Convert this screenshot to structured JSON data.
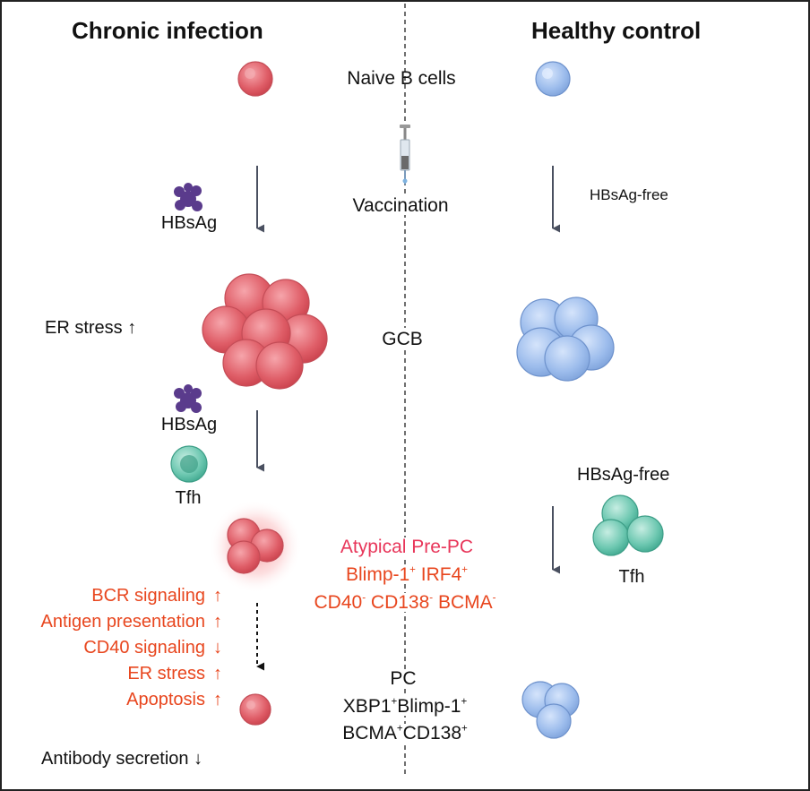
{
  "headers": {
    "left": "Chronic infection",
    "right": "Healthy control"
  },
  "center": {
    "naive": "Naive B cells",
    "vaccination": "Vaccination",
    "gcb": "GCB",
    "atypical_title": "Atypical Pre-PC",
    "atypical_l2": [
      {
        "t": "Blimp-1",
        "s": "+"
      },
      {
        "t": " IRF4",
        "s": "+"
      }
    ],
    "atypical_l3": [
      {
        "t": "CD40",
        "s": "-"
      },
      {
        "t": " CD138",
        "s": "-"
      },
      {
        "t": " BCMA",
        "s": "-"
      }
    ],
    "pc_title": "PC",
    "pc_l2": [
      {
        "t": "XBP1",
        "s": "+"
      },
      {
        "t": "Blimp-1",
        "s": "+"
      }
    ],
    "pc_l3": [
      {
        "t": "BCMA",
        "s": "+"
      },
      {
        "t": "CD138",
        "s": "+"
      }
    ]
  },
  "left": {
    "hbsag_1": "HBsAg",
    "er_stress": "ER stress",
    "hbsag_2": "HBsAg",
    "tfh": "Tfh",
    "features": [
      {
        "label": "BCR signaling",
        "dir": "up"
      },
      {
        "label": "Antigen presentation",
        "dir": "up"
      },
      {
        "label": "CD40 signaling",
        "dir": "down"
      },
      {
        "label": "ER stress",
        "dir": "up"
      },
      {
        "label": "Apoptosis",
        "dir": "up"
      }
    ],
    "antibody": "Antibody secretion"
  },
  "right": {
    "hbsag_free_1": "HBsAg-free",
    "hbsag_free_2": "HBsAg-free",
    "tfh": "Tfh"
  },
  "colors": {
    "red_text": "#e8461e",
    "pink_text": "#e8365a",
    "red_cell": "#e0606a",
    "blue_cell": "#8fb3e8",
    "teal_cell": "#5fbea8",
    "antigen": "#5a3b8c",
    "arrow": "#4a5060"
  },
  "icons": {
    "naive_cell_left": "red-b-cell-icon",
    "naive_cell_right": "blue-b-cell-icon",
    "syringe": "syringe-icon",
    "antigen": "hbsag-particle-icon",
    "tfh": "tfh-cell-icon"
  }
}
